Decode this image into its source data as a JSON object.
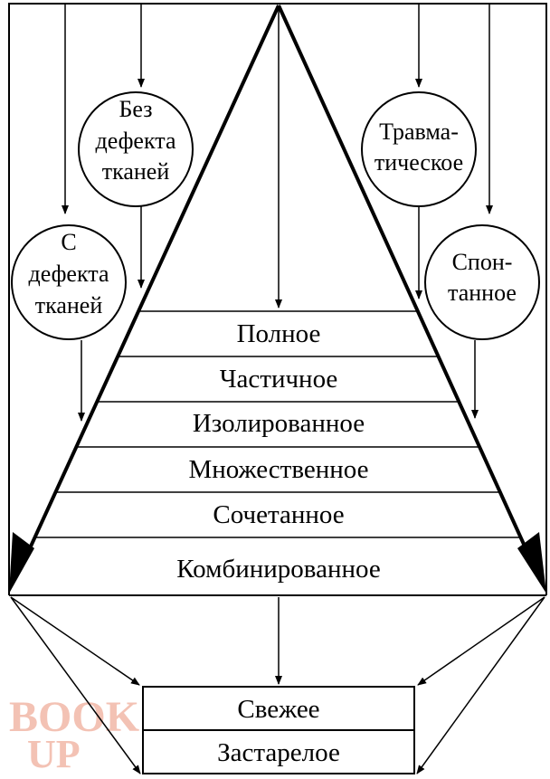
{
  "pyramid_levels": [
    "Полное",
    "Частичное",
    "Изолированное",
    "Множественное",
    "Сочетанное",
    "Комбинированное"
  ],
  "circles": {
    "without_defect": [
      "Без",
      "дефекта",
      "тканей"
    ],
    "with_defect": [
      "С",
      "дефекта",
      "тканей"
    ],
    "traumatic": [
      "Травма-",
      "тическое"
    ],
    "spontaneous": [
      "Спон-",
      "танное"
    ]
  },
  "outcome_boxes": [
    "Свежее",
    "Застарелое"
  ],
  "watermark": {
    "line1": "BOOK",
    "line2": "UP",
    "color": "#f2b8a8"
  },
  "colors": {
    "line": "#000000",
    "background": "#ffffff"
  }
}
